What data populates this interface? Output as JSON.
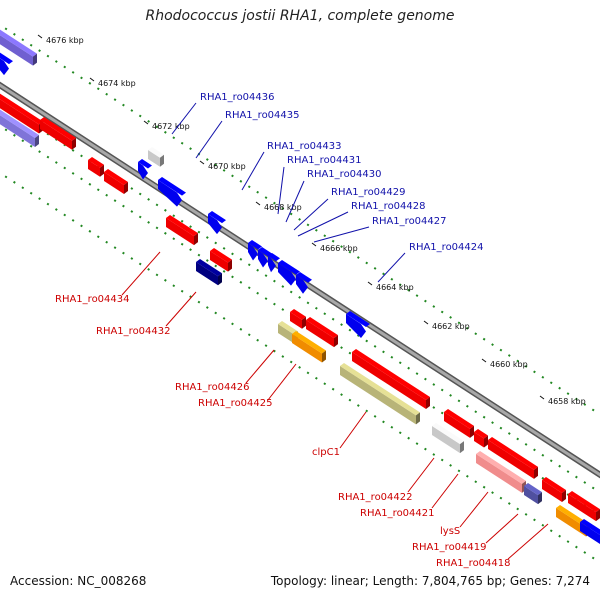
{
  "title": "Rhodococcus jostii RHA1, complete genome",
  "footer": {
    "accession": "Accession: NC_008268",
    "topology": "Topology: linear; Length: 7,804,765 bp; Genes: 7,274"
  },
  "kbp_ticks": [
    "4676 kbp",
    "4674 kbp",
    "4672 kbp",
    "4670 kbp",
    "4668 kbp",
    "4666 kbp",
    "4664 kbp",
    "4662 kbp",
    "4660 kbp",
    "4658 kbp"
  ],
  "plus_labels": [
    "RHA1_ro04436",
    "RHA1_ro04435",
    "RHA1_ro04433",
    "RHA1_ro04431",
    "RHA1_ro04430",
    "RHA1_ro04429",
    "RHA1_ro04428",
    "RHA1_ro04427",
    "RHA1_ro04424"
  ],
  "minus_labels": [
    "RHA1_ro04434",
    "RHA1_ro04432",
    "RHA1_ro04426",
    "RHA1_ro04425",
    "clpC1",
    "RHA1_ro04422",
    "RHA1_ro04421",
    "lysS",
    "RHA1_ro04419",
    "RHA1_ro04418"
  ],
  "colors": {
    "plus_gene": "#0000ee",
    "plus_label": "#1111aa",
    "minus_gene": "#ee0000",
    "minus_label": "#cc0000",
    "backbone": "#888888",
    "tick_dots": "#228822",
    "olive_gene": "#b8b478",
    "orange_gene": "#f08c00",
    "grey_gene": "#c8c8c8",
    "navy_gene": "#000080",
    "pink_gene": "#f08c8c",
    "purple_gene": "#7f74d8"
  }
}
